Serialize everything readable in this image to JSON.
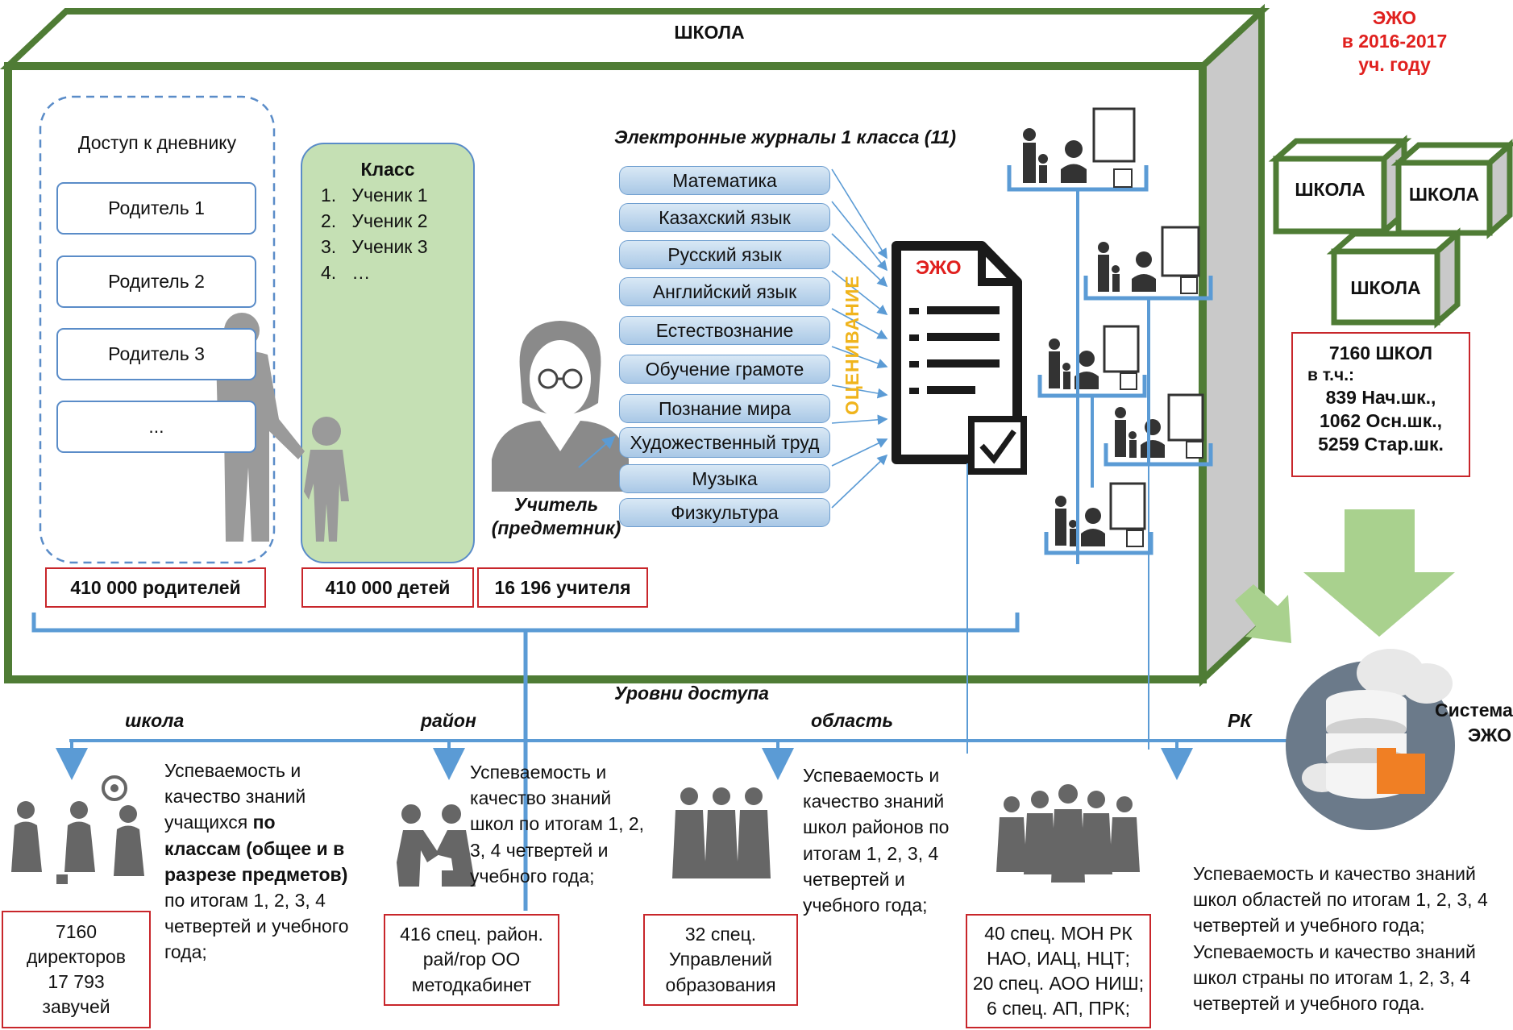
{
  "colors": {
    "school_border": "#4f7c35",
    "class_fill": "#c5e0b4",
    "accent_blue": "#5b9bd5",
    "red_box": "#c8262b",
    "icon_gray": "#5f5f5f",
    "ejo_red": "#e0201e",
    "assess_orange": "#f0b41c",
    "arrow_green": "#8cc44c"
  },
  "title": "ШКОЛА",
  "ejo_year": {
    "line1": "ЭЖО",
    "line2": "в 2016-2017",
    "line3": "уч. году"
  },
  "diary": {
    "title": "Доступ к дневнику",
    "parents": [
      "Родитель 1",
      "Родитель 2",
      "Родитель 3",
      "..."
    ]
  },
  "class_box": {
    "title": "Класс",
    "students": [
      "1.   Ученик 1",
      "2.   Ученик 2",
      "3.   Ученик 3",
      "4.   …"
    ]
  },
  "journals": {
    "title": "Электронные журналы 1 класса (11)",
    "subjects": [
      "Математика",
      "Казахский язык",
      "Русский язык",
      "Английский язык",
      "Естествознание",
      "Обучение грамоте",
      "Познание мира",
      "Художественный труд",
      "Музыка",
      "Физкультура"
    ],
    "assess_label": "ОЦЕНИВАНИЕ",
    "doc_label": "ЭЖО"
  },
  "teacher": {
    "line1": "Учитель",
    "line2": "(предметник)"
  },
  "counts": {
    "parents": "410 000 родителей",
    "children": "410 000 детей",
    "teachers": "16 196 учителя"
  },
  "schools_side": {
    "labels": [
      "ШКОЛА",
      "ШКОЛА",
      "ШКОЛА"
    ],
    "count_title": "7160 ШКОЛ",
    "incl": "в т.ч.:",
    "lines": [
      "839 Нач.шк.,",
      "1062 Осн.шк.,",
      "5259 Стар.шк."
    ]
  },
  "system": {
    "line1": "Система",
    "line2": "ЭЖО"
  },
  "access": {
    "title": "Уровни доступа",
    "levels": [
      "школа",
      "район",
      "область",
      "РК"
    ]
  },
  "school_level": {
    "desc_lines": [
      "Успеваемость и",
      "качество знаний",
      "учащихся"
    ],
    "desc_bold": [
      "по",
      "классам (общее и в",
      "разрезе предметов)"
    ],
    "desc_tail": [
      "по итогам 1, 2, 3, 4",
      "четвертей и учебного",
      "года;"
    ],
    "box": [
      "7160",
      "директоров",
      "17 793",
      "завучей"
    ]
  },
  "district_level": {
    "desc": [
      "Успеваемость и",
      "качество знаний",
      "школ по итогам 1, 2,",
      "3, 4 четвертей и",
      "учебного года;"
    ],
    "box": [
      "416 спец. район.",
      "рай/гор ОО",
      "методкабинет"
    ]
  },
  "region_level": {
    "desc": [
      "Успеваемость и",
      "качество знаний",
      "школ районов по",
      "итогам 1, 2, 3, 4",
      "четвертей и",
      "учебного года;"
    ],
    "box": [
      "32 спец.",
      "Управлений",
      "образования"
    ]
  },
  "rk_level": {
    "box": [
      "40 спец. МОН РК",
      "НАО, ИАЦ, НЦТ;",
      "20 спец. АОО НИШ;",
      "6 спец. АП, ПРК;"
    ],
    "desc": [
      "Успеваемость и качество знаний",
      "школ областей по итогам 1, 2, 3, 4",
      "четвертей и учебного года;",
      "Успеваемость и качество знаний",
      "школ страны по итогам 1, 2, 3, 4",
      "четвертей и учебного года."
    ]
  }
}
